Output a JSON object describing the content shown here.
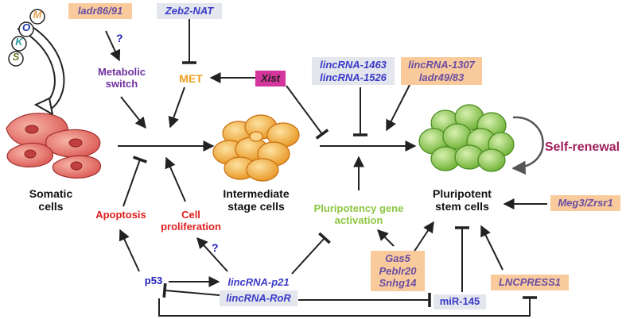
{
  "factors": [
    "M",
    "O",
    "K",
    "S"
  ],
  "nodes": {
    "somatic": "Somatic\ncells",
    "intermediate": "Intermediate\nstage cells",
    "pluripotent": "Pluripotent\nstem cells",
    "self_renewal": "Self-renewal",
    "metabolic": "Metabolic\nswitch",
    "met": "MET",
    "apoptosis": "Apoptosis",
    "proliferation": "Cell\nproliferation",
    "pluri_activation": "Pluripotency gene\nactivation",
    "p53": "p53",
    "mir145": "miR-145"
  },
  "boxes": {
    "ladr86": "ladr86/91",
    "zeb2": "Zeb2-NAT",
    "xist": "Xist",
    "linc1463": "lincRNA-1463\nlincRNA-1526",
    "linc1307": "lincRNA-1307\nladr49/83",
    "meg3": "Meg3/Zrsr1",
    "gas5": "Gas5\nPeblr20\nSnhg14",
    "lincp21": "lincRNA-p21",
    "lincror": "lincRNA-RoR",
    "lncpress": "LNCPRESS1"
  },
  "question_marks": [
    "?",
    "?"
  ],
  "colors": {
    "orange_box": "#f9cb9c",
    "grey_box": "#e4e6ee",
    "magenta_box": "#d4359a",
    "somatic_cell": "#e8706a",
    "intermediate_cell": "#f4a838",
    "stem_cell": "#8ccc50"
  }
}
